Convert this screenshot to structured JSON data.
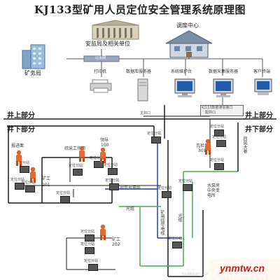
{
  "title": "KJ133型矿用人员定位安全管理系统原理图",
  "top": {
    "supervision_bureau": "安监局及相关单位",
    "dispatch_center": "调度中心",
    "mine_bureau": "矿务局",
    "ethernet": "以太网"
  },
  "devices": {
    "printer": "打印机",
    "db_server": "数据库服务器",
    "sys_maint": "系统维护台",
    "data_exchange": "数据采集服务器",
    "client": "客户终端"
  },
  "interface": {
    "transfer": "KJ133数据通信接口",
    "main_port": "主并口",
    "pairing": "配并口"
  },
  "sections": {
    "above_left": "井上部分",
    "below_left": "井下部分",
    "above_right": "井上部分",
    "below_right": "井下部分"
  },
  "labels": {
    "tunneling_face": "掘进面",
    "mining_face": "综采工作面",
    "leader": "领导",
    "leader_id": "100",
    "inspector": "瓦检员",
    "inspector_id": "301",
    "worker1": "矿工",
    "worker1_id": "201",
    "worker2": "矿工",
    "worker2_id": "202",
    "comm_cable": "矿用信号电缆",
    "cable_vertical": "矿用信号电缆",
    "fiber": "光缆",
    "fiber2": "光缆",
    "pump_center": "水泵房\n中央变\n电所",
    "return_air": "回风大巷",
    "station": "定位分站",
    "locator": "定位器"
  },
  "watermark": {
    "url": "huakuang.cn",
    "brand": "ynmtw.cn"
  },
  "colors": {
    "black_line": "#1a1a1a",
    "blue_line": "#2a3aa8",
    "green_line": "#3fb24a",
    "brand_red": "#cc1a1a"
  }
}
